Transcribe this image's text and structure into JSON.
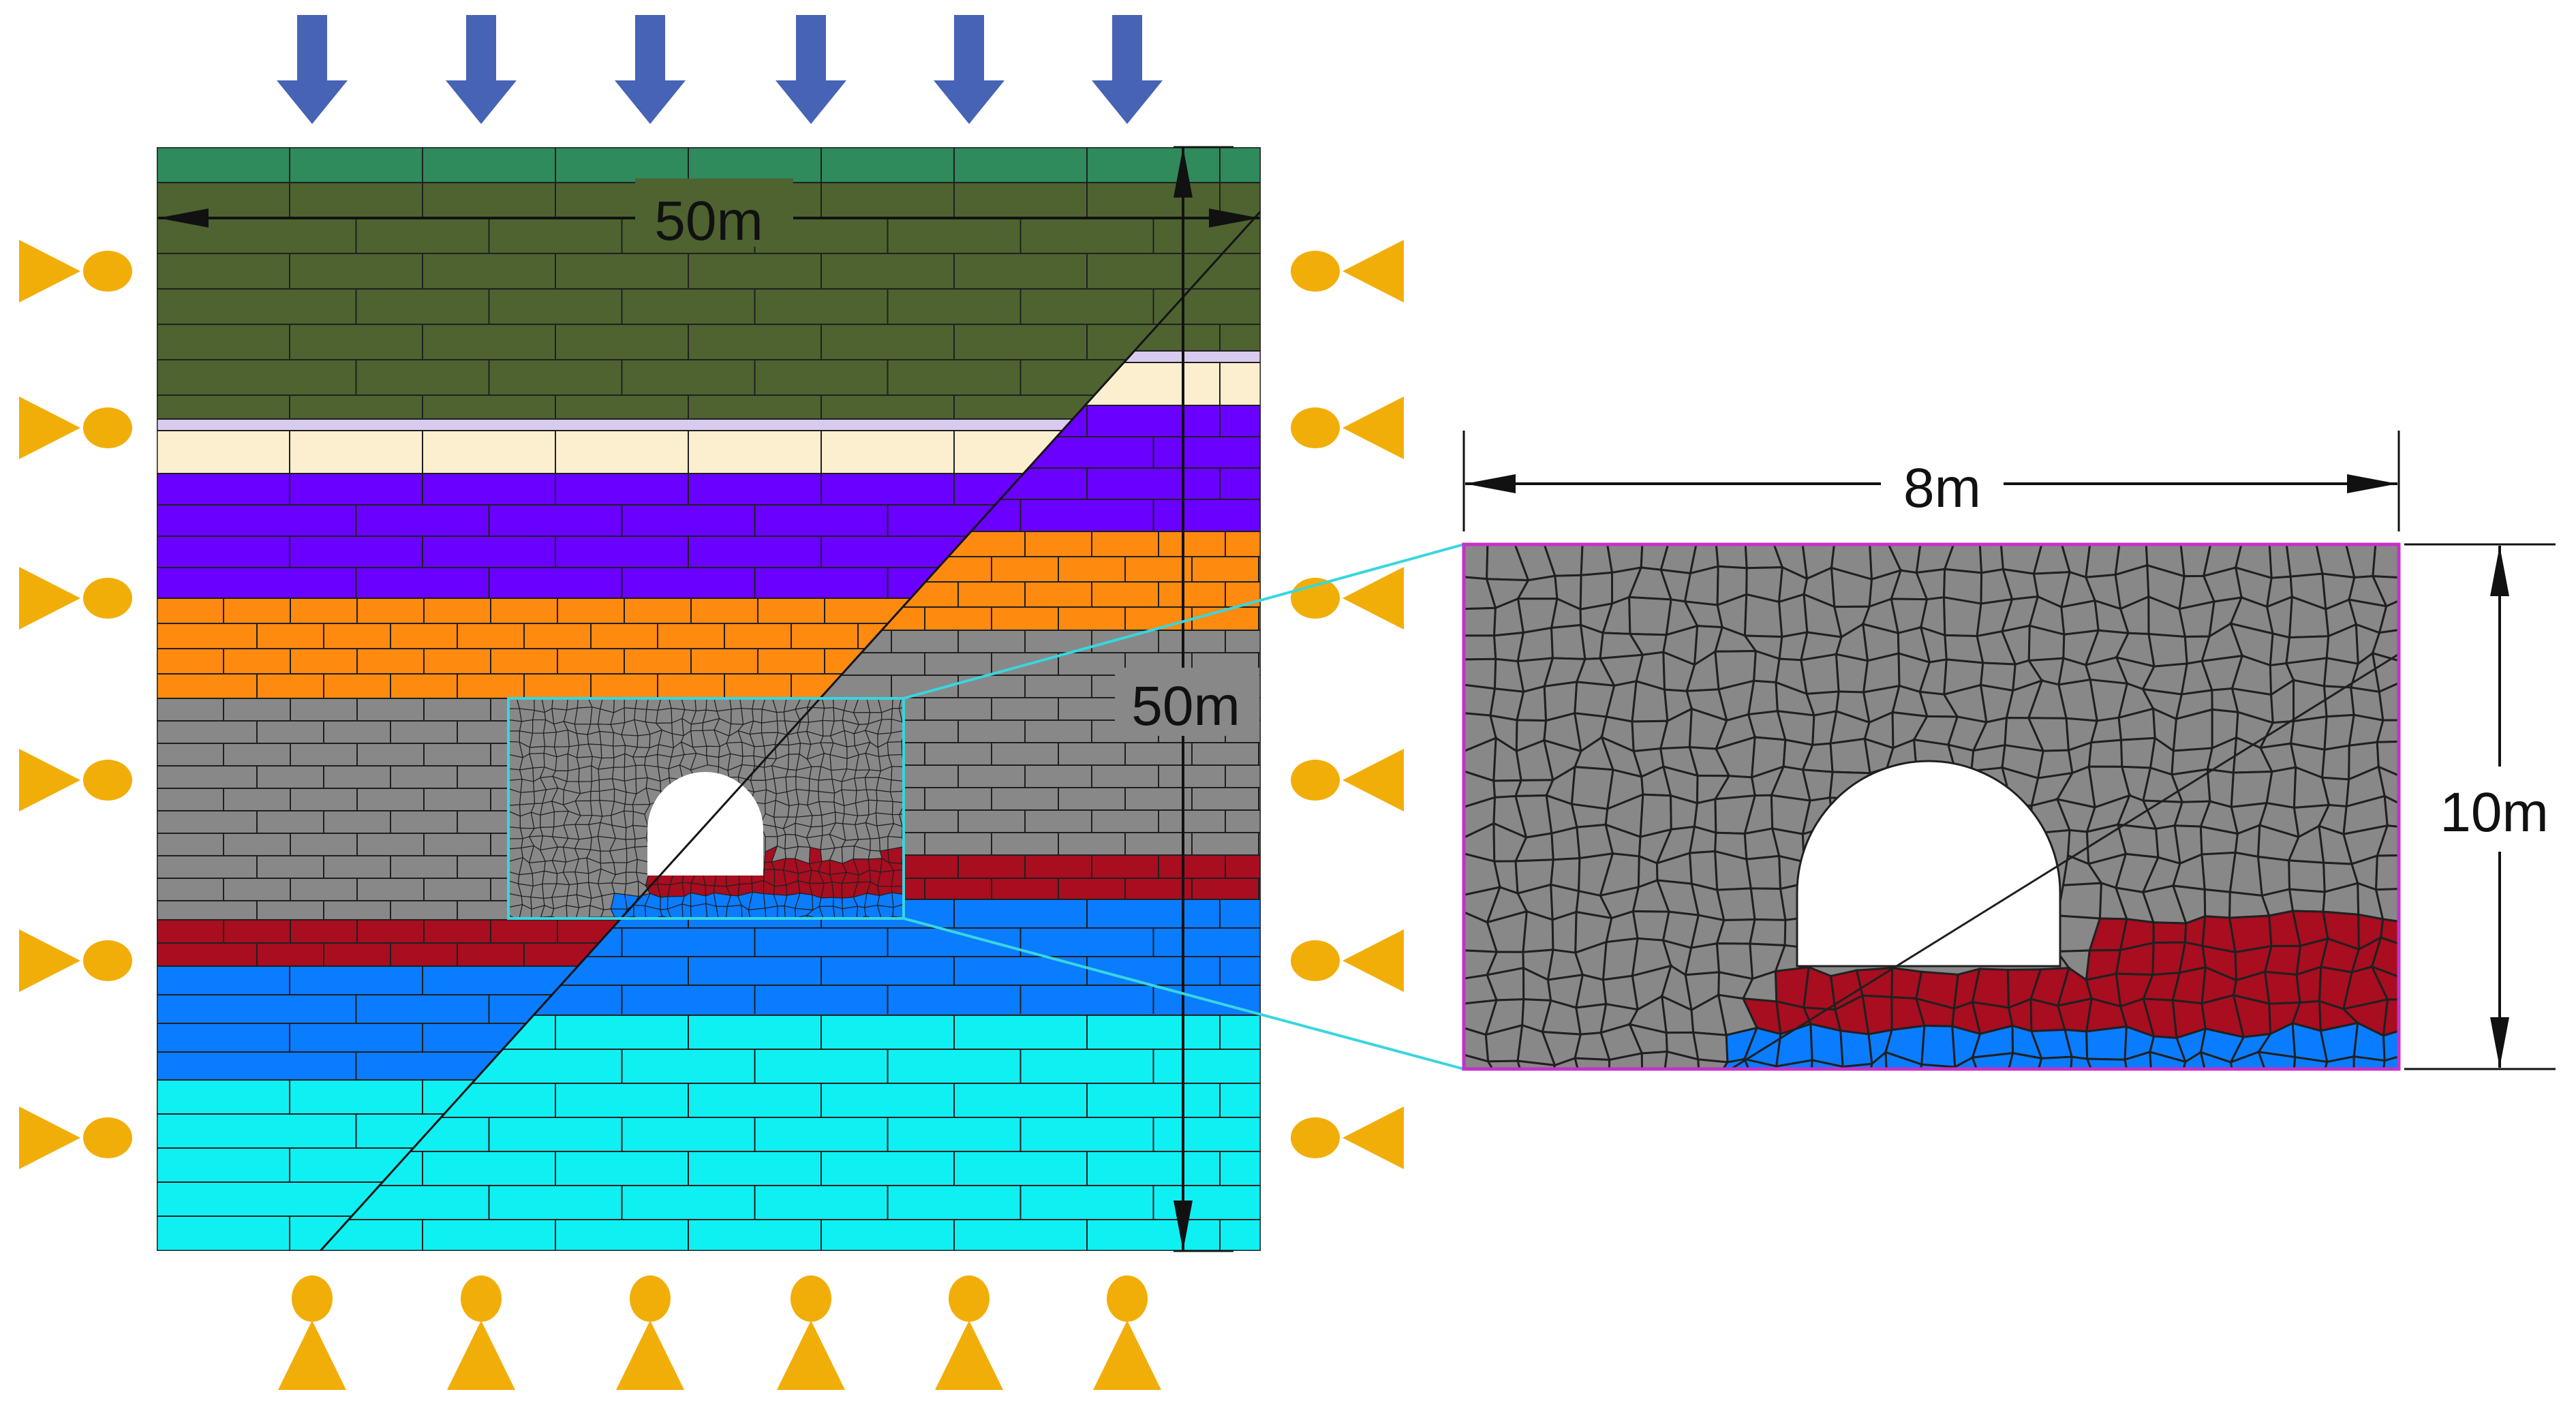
{
  "labels": {
    "model_width": "50m",
    "model_height": "50m",
    "detail_width": "8m",
    "detail_height": "10m"
  },
  "colors": {
    "layer_1": "#2f8a5c",
    "layer_2": "#4e6330",
    "layer_3": "#d9cbef",
    "layer_4": "#fbefd0",
    "layer_5": "#6a00ff",
    "layer_6": "#ff8a10",
    "layer_7": "#888888",
    "layer_8": "#a80d20",
    "layer_9": "#0a7cff",
    "layer_10": "#0ff0f3",
    "load_arrow": "#4663b5",
    "support": "#f2ae08",
    "zoom_frame": "#38d6de",
    "detail_frame": "#c531c9",
    "mesh_line": "#202020",
    "block_line": "#202020"
  },
  "icons": {
    "load": "down-arrow-icon",
    "side_support": "roller-support-icon",
    "bottom_support": "pin-support-icon"
  },
  "counts": {
    "top_loads": 6,
    "left_supports": 6,
    "right_supports": 6,
    "bottom_supports": 6
  }
}
